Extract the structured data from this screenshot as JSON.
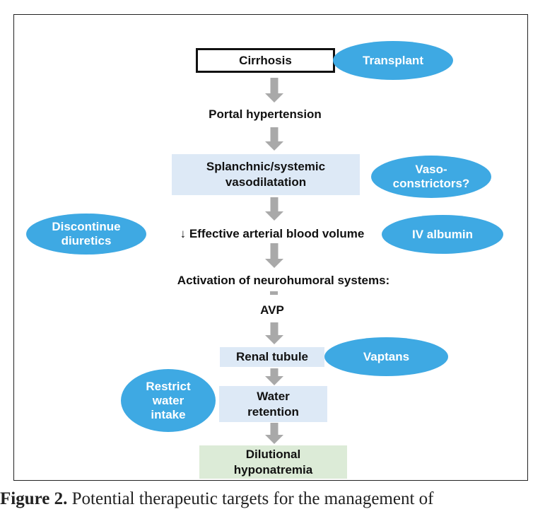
{
  "diagram": {
    "nodes": {
      "cirrhosis": "Cirrhosis",
      "portal_hypertension": "Portal hypertension",
      "vasodilatation": [
        "Splanchnic/systemic",
        "vasodilatation"
      ],
      "effective_volume": "↓ Effective arterial blood volume",
      "activation": "Activation of neurohumoral systems:",
      "avp": "AVP",
      "renal_tubule": "Renal tubule",
      "water_retention": [
        "Water",
        "retention"
      ],
      "dilutional_hyponatremia": [
        "Dilutional",
        "hyponatremia"
      ]
    },
    "interventions": {
      "transplant": "Transplant",
      "vasoconstrictors": [
        "Vaso-",
        "constrictors?"
      ],
      "discontinue_diuretics": [
        "Discontinue",
        "diuretics"
      ],
      "iv_albumin": "IV albumin",
      "vaptans": "Vaptans",
      "restrict_water": [
        "Restrict",
        "water",
        "intake"
      ]
    },
    "colors": {
      "ellipse": "#3ea9e3",
      "blue_box": "#dde9f6",
      "green_box": "#dcebd7",
      "arrow": "#a9a9a9"
    }
  },
  "caption": {
    "lead": "Figure 2.",
    "text": "Potential therapeutic targets for the management of"
  }
}
